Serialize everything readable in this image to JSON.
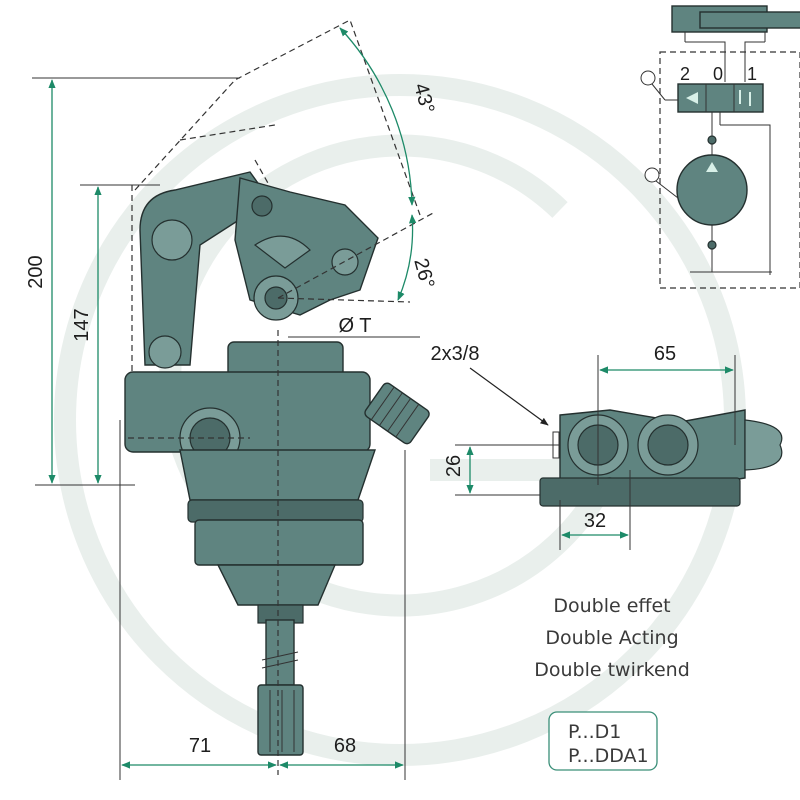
{
  "dimensions": {
    "height_total": "200",
    "height_mid": "147",
    "bore": "Ø T",
    "ports": "2x3/8",
    "port_spacing": "65",
    "port_height": "26",
    "port_offset": "32",
    "left_width": "71",
    "right_width": "68",
    "angle_upper": "43°",
    "angle_lower": "26°"
  },
  "schematic": {
    "positions": [
      "2",
      "0",
      "1"
    ]
  },
  "description": {
    "line1": "Double effet",
    "line2": "Double Acting",
    "line3": "Double twirkend"
  },
  "models": {
    "line1": "P...D1",
    "line2": "P...DDA1"
  },
  "colors": {
    "body": "#5f8480",
    "dimension_lines": "#1d8a68",
    "outline": "#24302f"
  }
}
